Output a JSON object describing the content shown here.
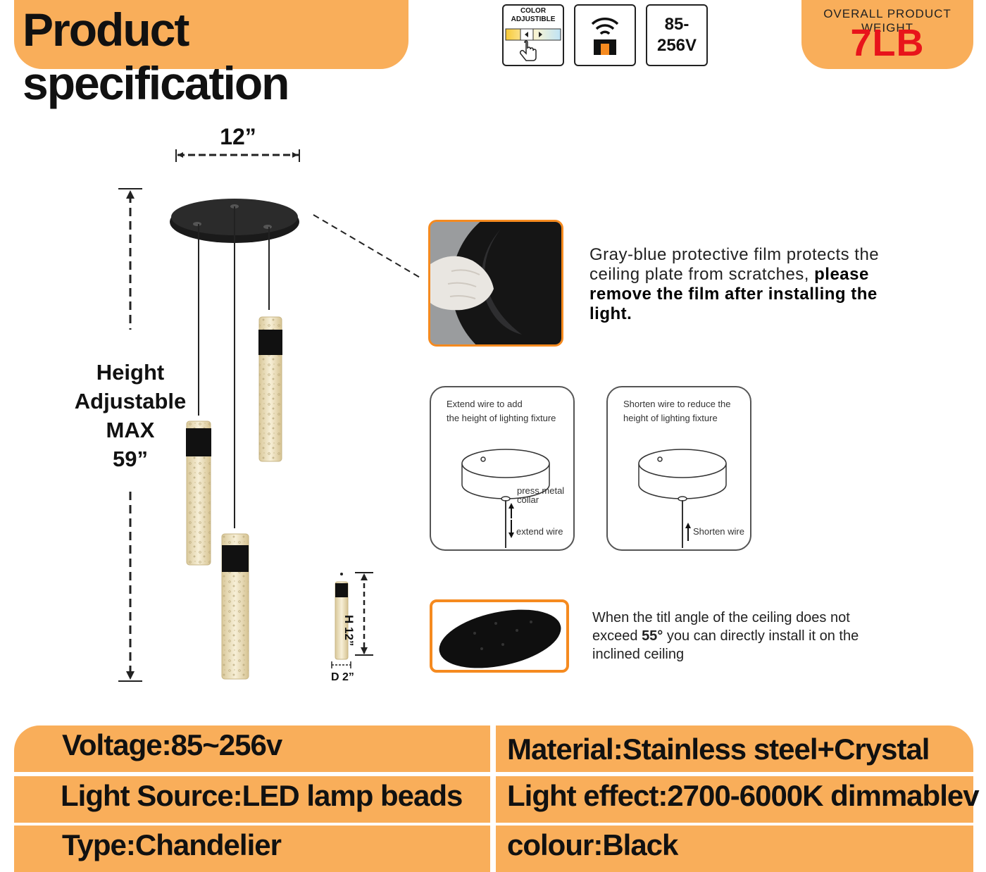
{
  "header": {
    "title": "Product specification",
    "weight_label": "OVERALL PRODUCT WEIGHT",
    "weight_value": "7LB"
  },
  "badges": {
    "color_adjustable": "COLOR\nADJUSTIBLE",
    "color_adjustable_line1": "COLOR",
    "color_adjustable_line2": "ADJUSTIBLE",
    "remote_icon": "remote-control-icon",
    "voltage_line1": "85-",
    "voltage_line2": "256V"
  },
  "dimensions": {
    "width": "12”",
    "height_line1": "Height",
    "height_line2": "Adjustable",
    "height_line3": "MAX",
    "height_line4": "59”",
    "tube_height": "H 12”",
    "tube_diameter": "D 2”"
  },
  "film_note": {
    "normal": "Gray-blue protective film protects the ceiling plate from scratches, ",
    "bold": "please remove the film after installing the light."
  },
  "wire_diagrams": [
    {
      "caption_line1": "Extend wire to add",
      "caption_line2": "the height of lighting fixture",
      "label_press": "press metal collar",
      "label_press_1": "press metal",
      "label_press_2": "collar",
      "label_wire": "extend wire"
    },
    {
      "caption_line1": "Shorten wire to reduce the",
      "caption_line2": "height of lighting fixture",
      "label_wire": "Shorten wire"
    }
  ],
  "tilt_note": {
    "part1": "When the titl angle of the ceiling does not exceed ",
    "bold": "55°",
    "part2": " you can directly install it on the inclined ceiling"
  },
  "specs": [
    "Voltage:85~256v",
    "Material:Stainless steel+Crystal",
    "Light Source:LED lamp beads",
    "Light effect:2700-6000K dimmablev",
    "Type:Chandelier",
    "colour:Black"
  ],
  "colors": {
    "accent": "#f9ae5a",
    "accent_border": "#f58a1f",
    "weight_text": "#e8141b",
    "fixture": "#1a1a1a"
  }
}
